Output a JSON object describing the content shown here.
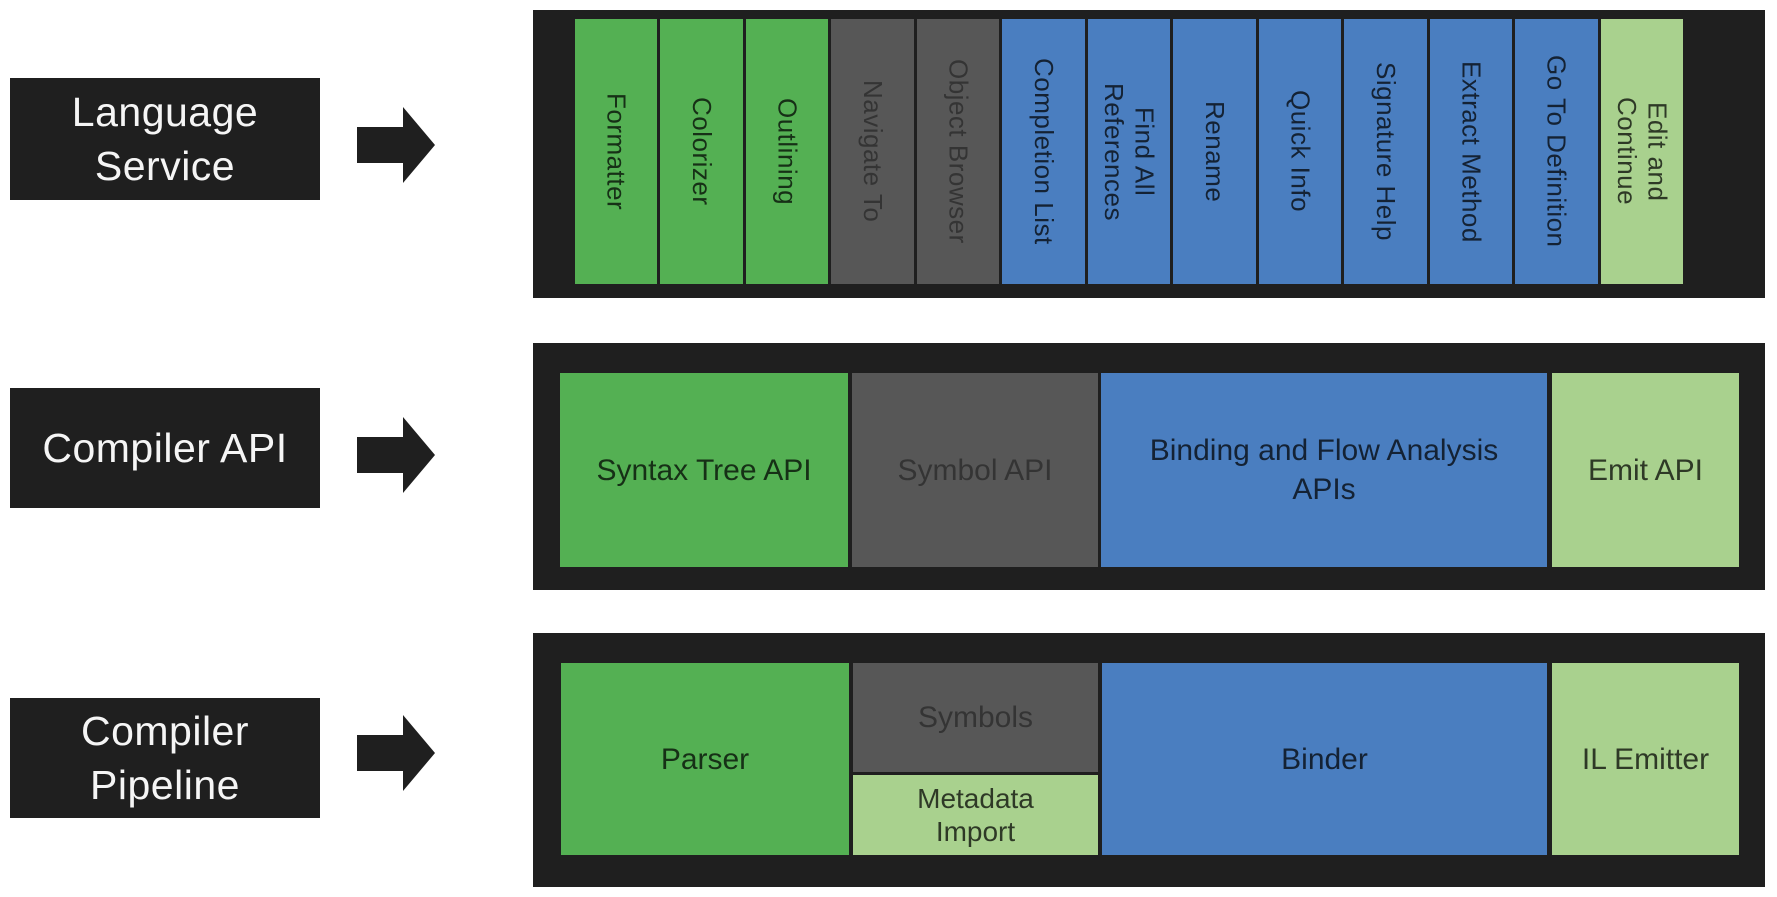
{
  "page": {
    "background": "#ffffff"
  },
  "colors": {
    "frame_dark": "#1f1f1f",
    "green": "#54B053",
    "gray": "#575757",
    "blue": "#4A7EC0",
    "light_green": "#A9D18E",
    "label_text": "#f5f5f5"
  },
  "rows": [
    {
      "label": "Language Service",
      "blocks": [
        {
          "label": "Formatter",
          "color": "green"
        },
        {
          "label": "Colorizer",
          "color": "green"
        },
        {
          "label": "Outlining",
          "color": "green"
        },
        {
          "label": "Navigate To",
          "color": "gray"
        },
        {
          "label": "Object Browser",
          "color": "gray"
        },
        {
          "label": "Completion List",
          "color": "blue"
        },
        {
          "label": "Find All\nReferences",
          "color": "blue"
        },
        {
          "label": "Rename",
          "color": "blue"
        },
        {
          "label": "Quick Info",
          "color": "blue"
        },
        {
          "label": "Signature Help",
          "color": "blue"
        },
        {
          "label": "Extract Method",
          "color": "blue"
        },
        {
          "label": "Go To Definition",
          "color": "blue"
        },
        {
          "label": "Edit and\nContinue",
          "color": "light_green"
        }
      ]
    },
    {
      "label": "Compiler API",
      "blocks": [
        {
          "label": "Syntax Tree API",
          "color": "green"
        },
        {
          "label": "Symbol API",
          "color": "gray"
        },
        {
          "label": "Binding and Flow Analysis\nAPIs",
          "color": "blue"
        },
        {
          "label": "Emit API",
          "color": "light_green"
        }
      ]
    },
    {
      "label": "Compiler Pipeline",
      "blocks": [
        {
          "label": "Parser",
          "color": "green"
        },
        {
          "label": "Symbols",
          "color": "gray"
        },
        {
          "label": "Metadata\nImport",
          "color": "light_green"
        },
        {
          "label": "Binder",
          "color": "blue"
        },
        {
          "label": "IL Emitter",
          "color": "light_green"
        }
      ]
    }
  ]
}
